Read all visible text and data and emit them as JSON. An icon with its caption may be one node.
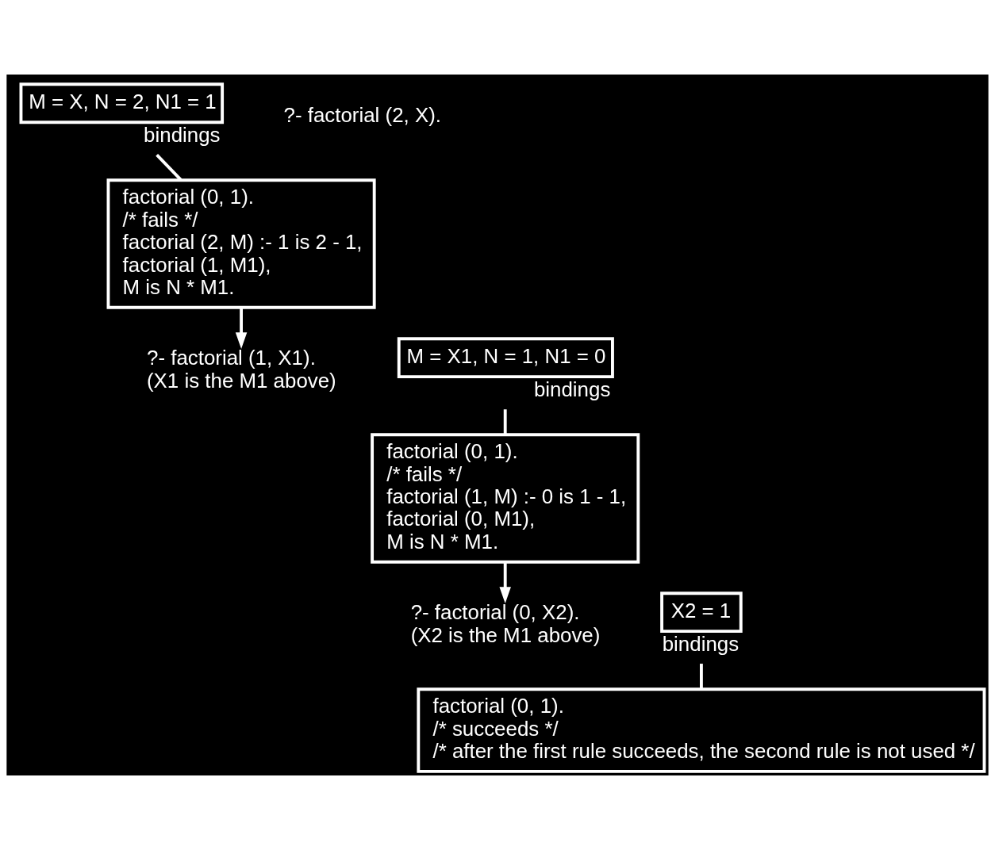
{
  "diagram": {
    "nodes": [
      {
        "text": [
          "M = X, N = 2, N1 = 1"
        ],
        "beside": [
          "bindings"
        ]
      },
      {
        "text": [
          "factorial (0, 1).",
          "/* fails */",
          "factorial (2, M) :- 1 is 2 - 1,",
          "factorial (1, M1),",
          "M is N * M1."
        ]
      },
      {
        "text": [
          "?- factorial (1, X1).",
          "(X1 is the M1 above)"
        ]
      },
      {
        "text": [
          "M = X1, N = 1, N1 = 0"
        ],
        "beside": [
          "bindings"
        ]
      },
      {
        "text": [
          "factorial (0, 1).",
          "/* fails */",
          "factorial (1, M) :- 0 is 1 - 1,",
          "factorial (0, M1),",
          "M is N * M1."
        ]
      },
      {
        "text": [
          "?- factorial (0, X2).",
          "(X2 is the M1 above)"
        ]
      },
      {
        "text": [
          "X2 = 1"
        ],
        "beside": [
          "bindings"
        ]
      },
      {
        "text": [
          "factorial (0, 1).",
          "/* succeeds */",
          "/* after the first rule succeeds, the second rule is not used */"
        ]
      }
    ],
    "edges": [
      {
        "from": 0,
        "to": 1,
        "arrow": "none"
      },
      {
        "from": 1,
        "to": 2,
        "arrow": "to"
      },
      {
        "from": 3,
        "to": 4,
        "arrow": "none"
      },
      {
        "from": 4,
        "to": 5,
        "arrow": "to"
      },
      {
        "from": 6,
        "to": 7,
        "arrow": "none"
      }
    ],
    "labels": [
      "?- factorial (2, X)."
    ]
  }
}
